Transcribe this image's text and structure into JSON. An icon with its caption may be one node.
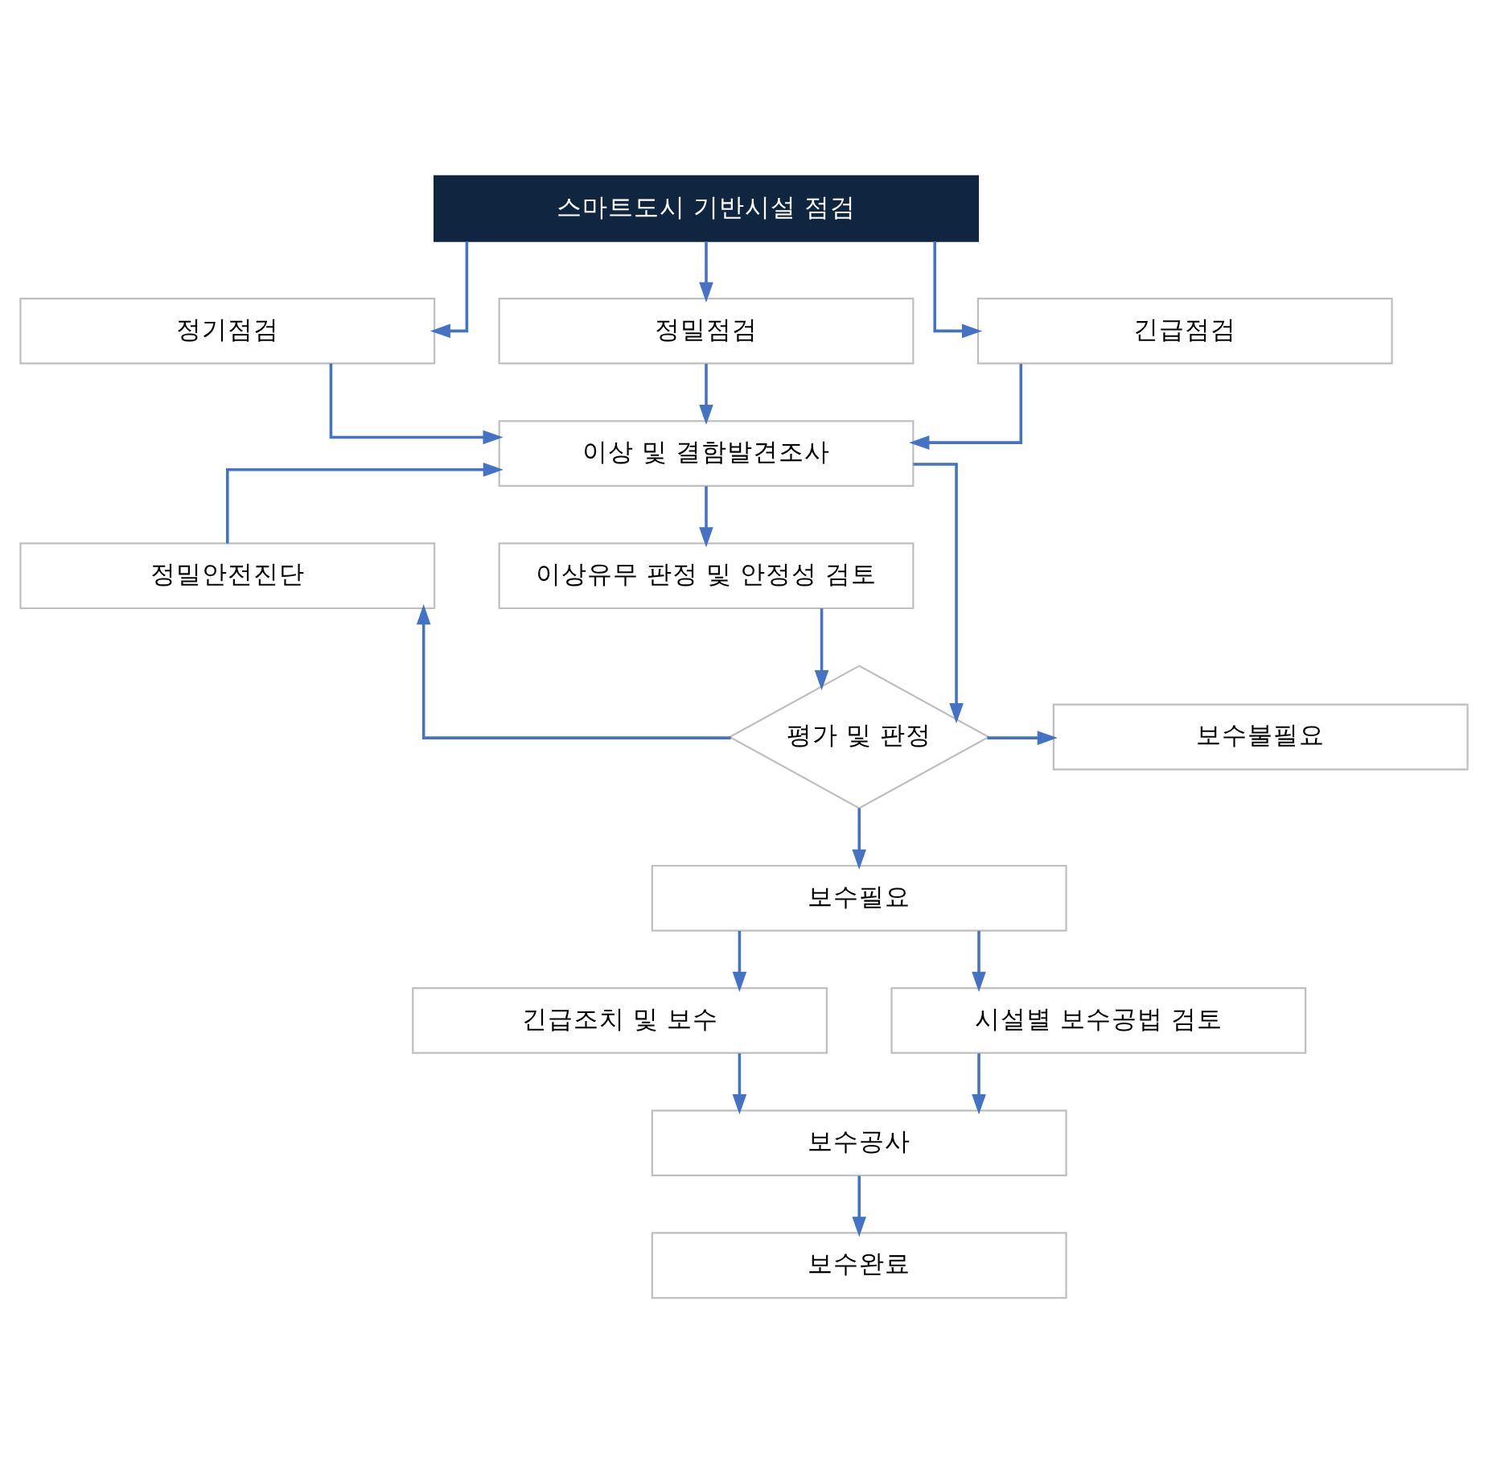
{
  "diagram": {
    "nodes": [
      {
        "text": [
          "스마트도시 기반시설 점검"
        ]
      },
      {
        "text": [
          "정기점검"
        ]
      },
      {
        "text": [
          "정밀점검"
        ]
      },
      {
        "text": [
          "긴급점검"
        ]
      },
      {
        "text": [
          "이상 및 결함발견조사"
        ]
      },
      {
        "text": [
          "정밀안전진단"
        ]
      },
      {
        "text": [
          "이상유무 판정 및 안정성 검토"
        ]
      },
      {
        "text": [
          "평가 및 판정"
        ]
      },
      {
        "text": [
          "보수불필요"
        ]
      },
      {
        "text": [
          "보수필요"
        ]
      },
      {
        "text": [
          "긴급조치 및 보수"
        ]
      },
      {
        "text": [
          "시설별 보수공법 검토"
        ]
      },
      {
        "text": [
          "보수공사"
        ]
      },
      {
        "text": [
          "보수완료"
        ]
      }
    ],
    "edges": [
      {
        "from": 0,
        "to": 1,
        "arrow": "to"
      },
      {
        "from": 0,
        "to": 2,
        "arrow": "to"
      },
      {
        "from": 0,
        "to": 3,
        "arrow": "to"
      },
      {
        "from": 1,
        "to": 4,
        "arrow": "to"
      },
      {
        "from": 2,
        "to": 4,
        "arrow": "to"
      },
      {
        "from": 3,
        "to": 4,
        "arrow": "to"
      },
      {
        "from": 4,
        "to": 6,
        "arrow": "to"
      },
      {
        "from": 4,
        "to": 7,
        "arrow": "to"
      },
      {
        "from": 6,
        "to": 7,
        "arrow": "to"
      },
      {
        "from": 7,
        "to": 5,
        "arrow": "to"
      },
      {
        "from": 5,
        "to": 4,
        "arrow": "to"
      },
      {
        "from": 7,
        "to": 8,
        "arrow": "to"
      },
      {
        "from": 7,
        "to": 9,
        "arrow": "to"
      },
      {
        "from": 9,
        "to": 10,
        "arrow": "to"
      },
      {
        "from": 9,
        "to": 11,
        "arrow": "to"
      },
      {
        "from": 10,
        "to": 12,
        "arrow": "to"
      },
      {
        "from": 11,
        "to": 12,
        "arrow": "to"
      },
      {
        "from": 12,
        "to": 13,
        "arrow": "to"
      }
    ]
  }
}
